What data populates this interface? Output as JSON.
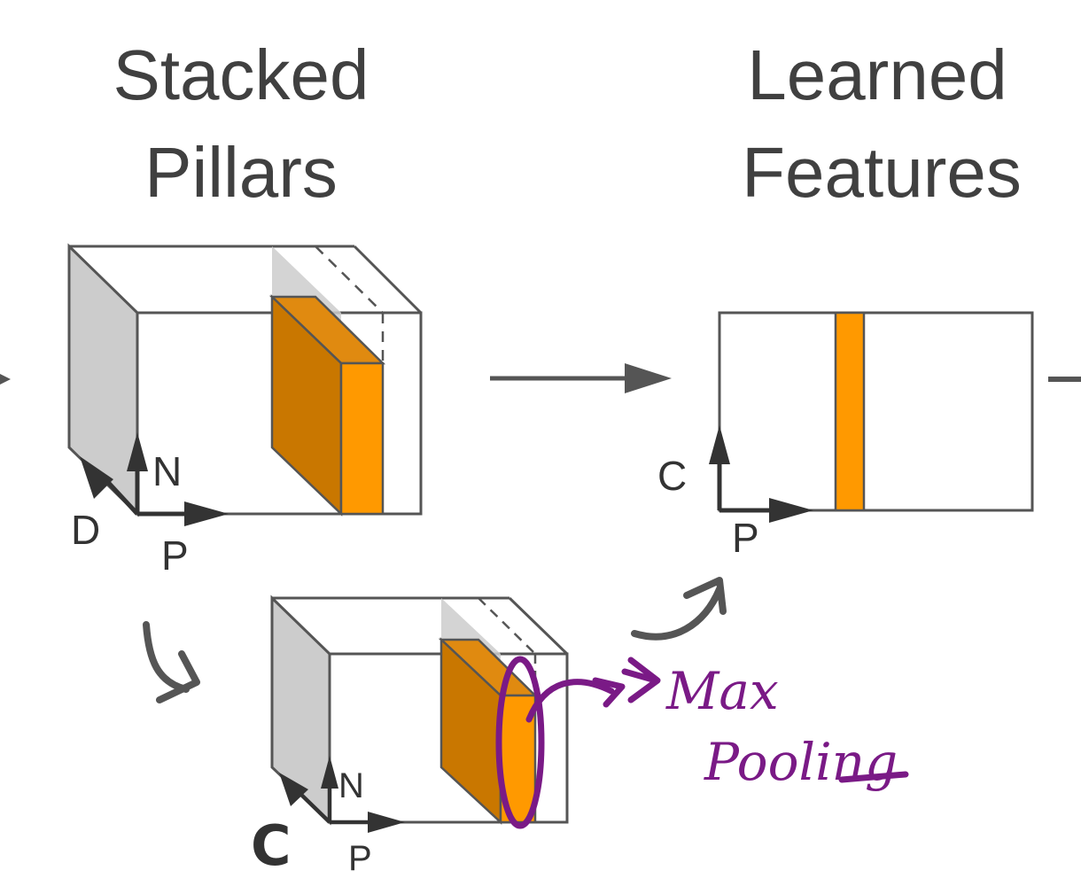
{
  "titles": {
    "left_line1": "Stacked",
    "left_line2": "Pillars",
    "right_line1": "Learned",
    "right_line2": "Features"
  },
  "axes": {
    "top_cube": {
      "vertical": "N",
      "horizontal": "P",
      "depth": "D"
    },
    "feature_map": {
      "vertical": "C",
      "horizontal": "P"
    },
    "bottom_cube": {
      "vertical": "N",
      "horizontal": "P",
      "depth": "C"
    }
  },
  "annotation": {
    "line1": "Max",
    "line2": "Pooling"
  },
  "colors": {
    "orange_front": "#FF9900",
    "orange_side": "#C97700",
    "orange_top": "#E08A10",
    "gray_face": "#CCCCCC",
    "annotation_purple": "#7A1A86"
  }
}
